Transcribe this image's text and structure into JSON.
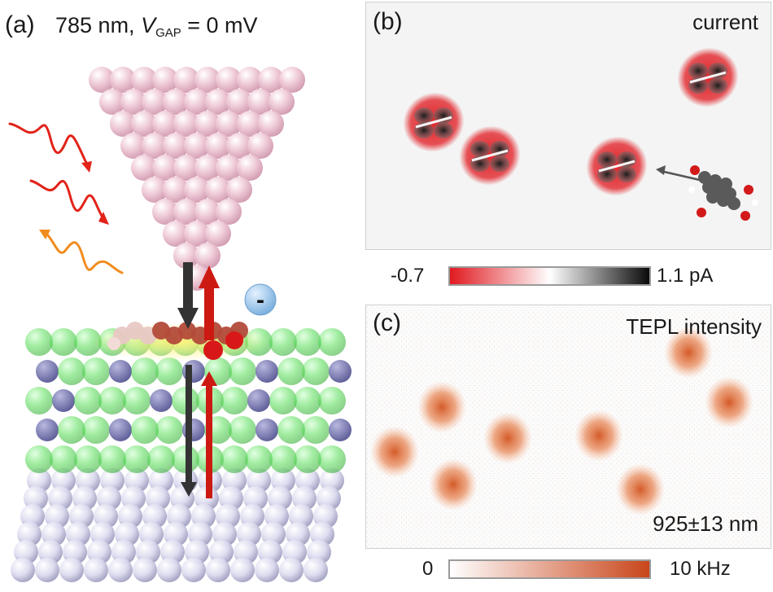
{
  "panel_a": {
    "letter": "(a)",
    "title_prefix": "785 nm, ",
    "title_var": "V",
    "title_sub": "GAP",
    "title_suffix": " = 0 mV",
    "electron_sign": "-"
  },
  "panel_b": {
    "letter": "(b)",
    "label": "current",
    "colorbar": {
      "min_label": "-0.7",
      "max_label": "1.1 pA",
      "colors": [
        "#e0191f",
        "#ffffff",
        "#0a0a0a"
      ]
    }
  },
  "panel_c": {
    "letter": "(c)",
    "label": "TEPL intensity",
    "wavelength_label": "925±13 nm",
    "colorbar": {
      "min_label": "0",
      "max_label": "10 kHz",
      "colors": [
        "#ffffff",
        "#c9461b"
      ]
    }
  },
  "colors": {
    "tip": "#e9b9c8",
    "insulator": "#55d955",
    "substrate": "#d7d6ec",
    "arrow_red": "#cc1a12",
    "arrow_dark": "#333333",
    "photon_red": "#e2231a",
    "photon_orange": "#f08c1e"
  }
}
